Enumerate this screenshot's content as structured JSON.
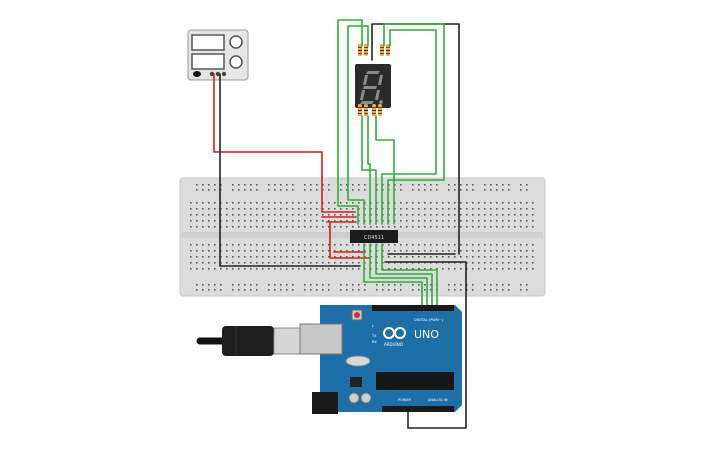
{
  "colors": {
    "breadboard": "#dcdcdc",
    "breadboard_edge": "#c8c8c8",
    "hole": "#5a5a5a",
    "wire_green": "#2fae3a",
    "wire_red": "#d42020",
    "wire_black": "#222222",
    "arduino_blue": "#1e6fa8",
    "arduino_dark": "#155a8a",
    "chip": "#1b1b1b",
    "resistor": "#e7a849",
    "display_body": "#2b2b2b",
    "display_segment": "#8a8a8a",
    "power_supply": "#e6e6e6"
  },
  "chip": {
    "label": "CD4511"
  },
  "arduino": {
    "brand": "ARDUINO",
    "model": "UNO",
    "digital_label": "DIGITAL (PWM~)",
    "power_label": "POWER",
    "analog_label": "ANALOG IN",
    "tx_label": "TX",
    "rx_label": "RX",
    "l_label": "L"
  },
  "display": {
    "digit": "8"
  }
}
